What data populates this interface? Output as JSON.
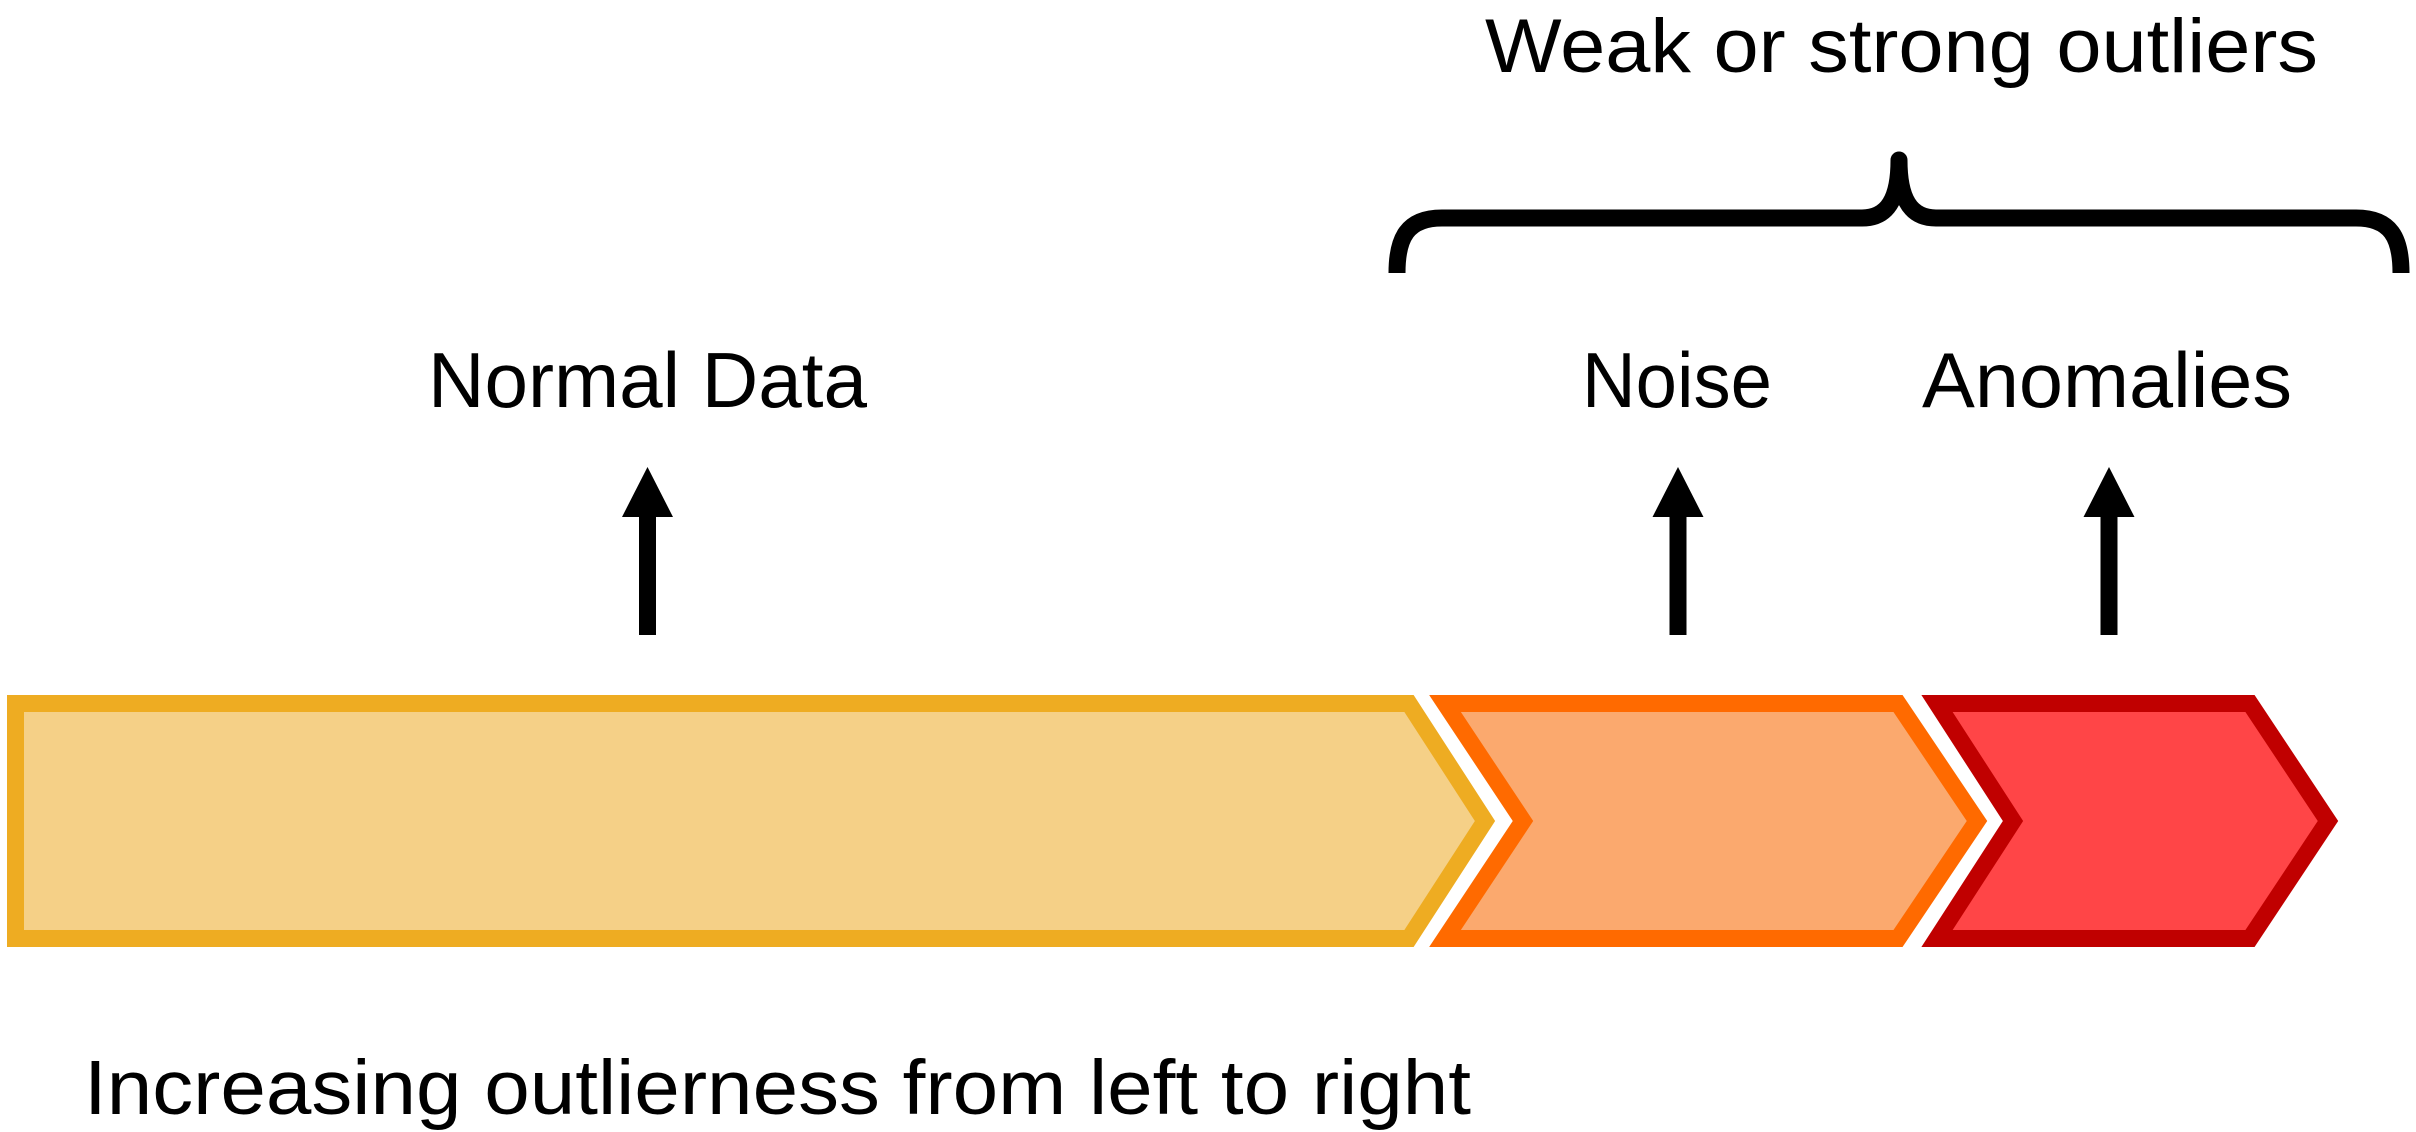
{
  "diagram": {
    "group_label": "Weak or strong outliers",
    "axis_caption": "Increasing outlierness from left to right",
    "segments": [
      {
        "id": "normal",
        "label": "Normal Data",
        "border_color": "#EEAC22",
        "fill_color": "#F5D087"
      },
      {
        "id": "noise",
        "label": "Noise",
        "border_color": "#FF6A00",
        "fill_color": "#FBA96E"
      },
      {
        "id": "anomalies",
        "label": "Anomalies",
        "border_color": "#C00000",
        "fill_color": "#FF4547"
      }
    ],
    "grouped_segments": [
      "noise",
      "anomalies"
    ],
    "line_color": "#000000"
  }
}
